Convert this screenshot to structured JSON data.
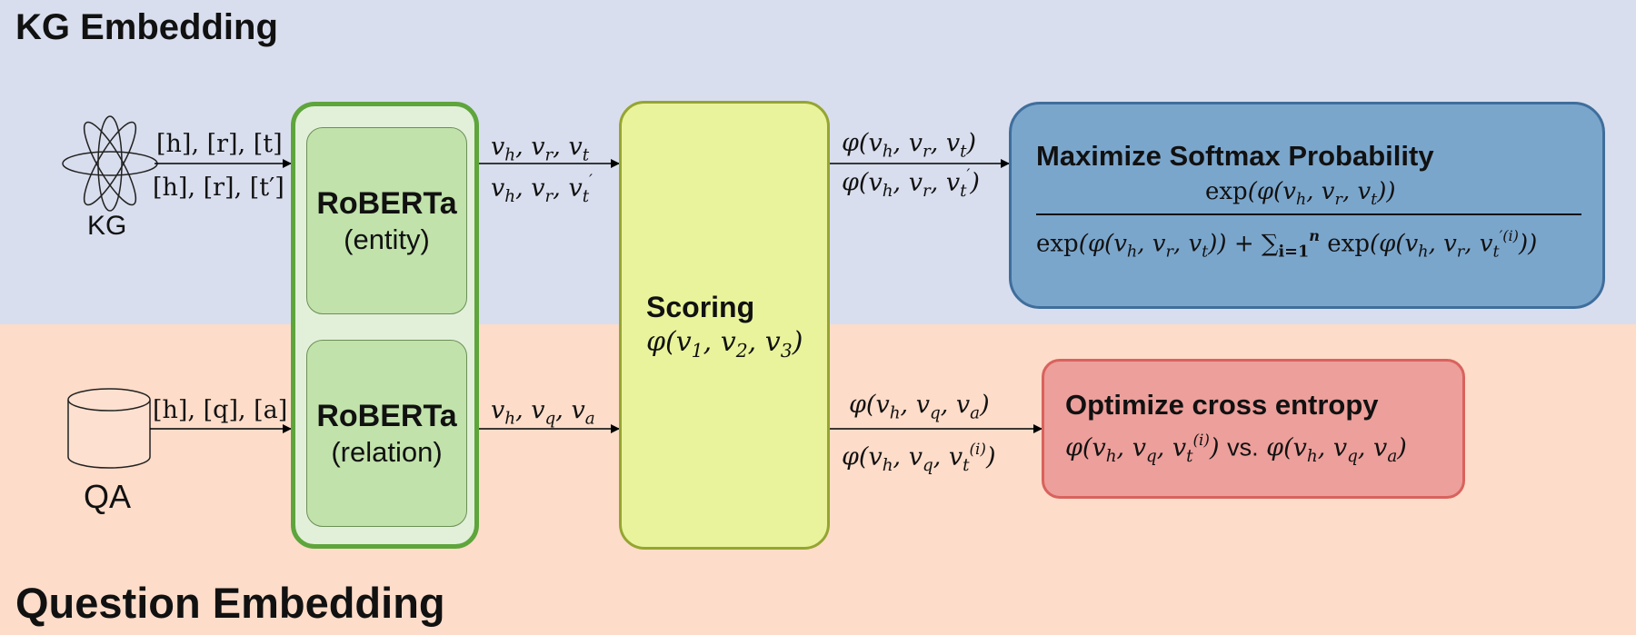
{
  "sections": {
    "kg_title": "KG Embedding",
    "qa_title": "Question Embedding"
  },
  "sources": {
    "kg_label": "KG",
    "qa_label": "QA"
  },
  "inputs": {
    "kg_positive": "[h], [r], [t]",
    "kg_negative": "[h], [r], [t′]",
    "qa": "[h], [q], [a]"
  },
  "encoders": {
    "entity": {
      "name": "RoBERTa",
      "type": "(entity)"
    },
    "relation": {
      "name": "RoBERTa",
      "type": "(relation)"
    }
  },
  "scoring": {
    "title": "Scoring",
    "formula": "φ(v1, v2, v3)"
  },
  "softmax_box": {
    "title": "Maximize Softmax Probability"
  },
  "crossent_box": {
    "title": "Optimize cross entropy",
    "vs": "vs."
  },
  "colors": {
    "kg_band": "#d9deee",
    "qa_band": "#fddcc9",
    "encoder_border": "#5ea53c",
    "scoring_fill": "#e9f39b",
    "softmax_fill": "#7ba6cc",
    "crossent_fill": "#ec9f9b"
  }
}
